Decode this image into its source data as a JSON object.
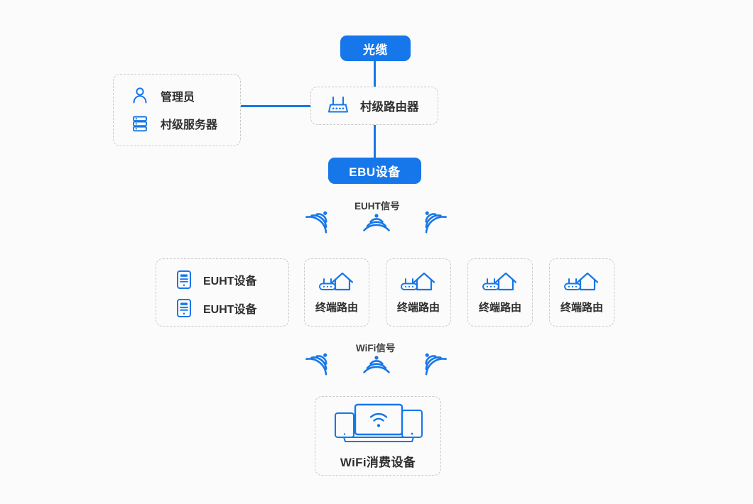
{
  "diagram": {
    "title": "EUHT village network topology",
    "colors": {
      "accent": "#1677ea",
      "background": "#fbfbfb",
      "dashed_border": "#c9c9c9",
      "label_text": "#2f2f2f"
    },
    "nodes": {
      "optical_cable": {
        "label": "光缆",
        "type": "pill"
      },
      "village_router": {
        "label": "村级路由器",
        "icon": "router-icon",
        "type": "dashed-box"
      },
      "ebu_device": {
        "label": "EBU设备",
        "type": "pill"
      },
      "wifi_consumer": {
        "label": "WiFi消费设备",
        "icon": "devices-icon",
        "type": "dashed-box"
      }
    },
    "admin_box": {
      "items": [
        {
          "label": "管理员",
          "icon": "user-icon"
        },
        {
          "label": "村级服务器",
          "icon": "server-icon"
        }
      ]
    },
    "euht_box": {
      "items": [
        {
          "label": "EUHT设备",
          "icon": "euht-device-icon"
        },
        {
          "label": "EUHT设备",
          "icon": "euht-device-icon"
        }
      ]
    },
    "terminal_routers": [
      {
        "label": "终端路由",
        "icon": "home-router-icon"
      },
      {
        "label": "终端路由",
        "icon": "home-router-icon"
      },
      {
        "label": "终端路由",
        "icon": "home-router-icon"
      },
      {
        "label": "终端路由",
        "icon": "home-router-icon"
      }
    ],
    "signals": [
      {
        "label": "EUHT信号",
        "icon": "signal-wave-icon"
      },
      {
        "label": "WiFi信号",
        "icon": "signal-wave-icon"
      }
    ]
  }
}
